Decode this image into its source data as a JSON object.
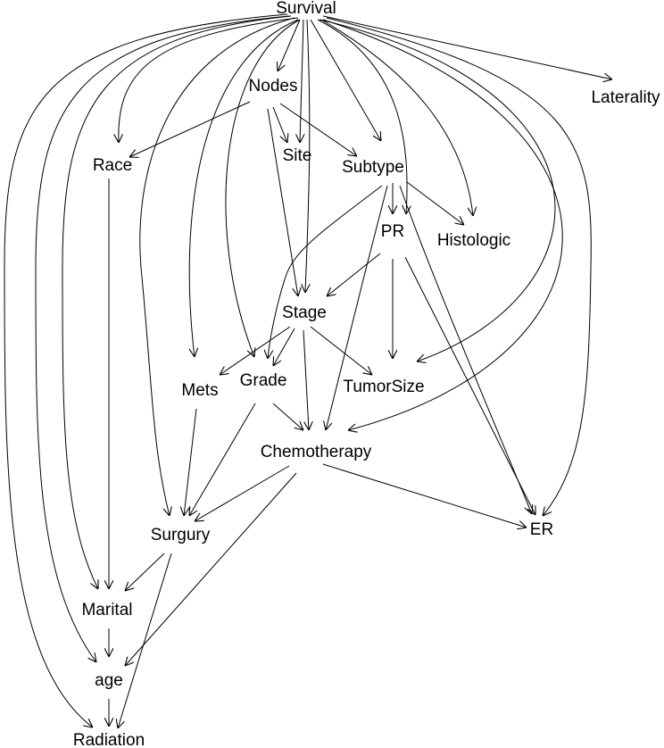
{
  "nodes": {
    "survival": "Survival",
    "nodes": "Nodes",
    "laterality": "Laterality",
    "race": "Race",
    "site": "Site",
    "subtype": "Subtype",
    "pr": "PR",
    "histologic": "Histologic",
    "stage": "Stage",
    "mets": "Mets",
    "grade": "Grade",
    "tumorsize": "TumorSize",
    "chemotherapy": "Chemotherapy",
    "er": "ER",
    "surgury": "Surgury",
    "marital": "Marital",
    "age": "age",
    "radiation": "Radiation"
  },
  "edges": [
    {
      "from": "Survival",
      "to": "Nodes"
    },
    {
      "from": "Survival",
      "to": "Site"
    },
    {
      "from": "Survival",
      "to": "Subtype"
    },
    {
      "from": "Survival",
      "to": "Laterality"
    },
    {
      "from": "Survival",
      "to": "Race"
    },
    {
      "from": "Survival",
      "to": "PR"
    },
    {
      "from": "Survival",
      "to": "Histologic"
    },
    {
      "from": "Survival",
      "to": "Stage"
    },
    {
      "from": "Survival",
      "to": "Mets"
    },
    {
      "from": "Survival",
      "to": "Grade"
    },
    {
      "from": "Survival",
      "to": "TumorSize"
    },
    {
      "from": "Survival",
      "to": "Chemotherapy"
    },
    {
      "from": "Survival",
      "to": "ER"
    },
    {
      "from": "Survival",
      "to": "Surgury"
    },
    {
      "from": "Survival",
      "to": "Marital"
    },
    {
      "from": "Survival",
      "to": "age"
    },
    {
      "from": "Survival",
      "to": "Radiation"
    },
    {
      "from": "Nodes",
      "to": "Race"
    },
    {
      "from": "Nodes",
      "to": "Site"
    },
    {
      "from": "Nodes",
      "to": "Subtype"
    },
    {
      "from": "Nodes",
      "to": "Stage"
    },
    {
      "from": "Subtype",
      "to": "PR"
    },
    {
      "from": "Subtype",
      "to": "Histologic"
    },
    {
      "from": "Subtype",
      "to": "Grade"
    },
    {
      "from": "Subtype",
      "to": "Chemotherapy"
    },
    {
      "from": "Subtype",
      "to": "ER"
    },
    {
      "from": "PR",
      "to": "Stage"
    },
    {
      "from": "PR",
      "to": "TumorSize"
    },
    {
      "from": "PR",
      "to": "ER"
    },
    {
      "from": "Stage",
      "to": "Mets"
    },
    {
      "from": "Stage",
      "to": "Grade"
    },
    {
      "from": "Stage",
      "to": "TumorSize"
    },
    {
      "from": "Stage",
      "to": "Chemotherapy"
    },
    {
      "from": "Race",
      "to": "Marital"
    },
    {
      "from": "Mets",
      "to": "Surgury"
    },
    {
      "from": "Grade",
      "to": "Surgury"
    },
    {
      "from": "Grade",
      "to": "Chemotherapy"
    },
    {
      "from": "Chemotherapy",
      "to": "Surgury"
    },
    {
      "from": "Chemotherapy",
      "to": "ER"
    },
    {
      "from": "Chemotherapy",
      "to": "age"
    },
    {
      "from": "Surgury",
      "to": "Marital"
    },
    {
      "from": "Surgury",
      "to": "Radiation"
    },
    {
      "from": "Marital",
      "to": "age"
    },
    {
      "from": "age",
      "to": "Radiation"
    }
  ]
}
